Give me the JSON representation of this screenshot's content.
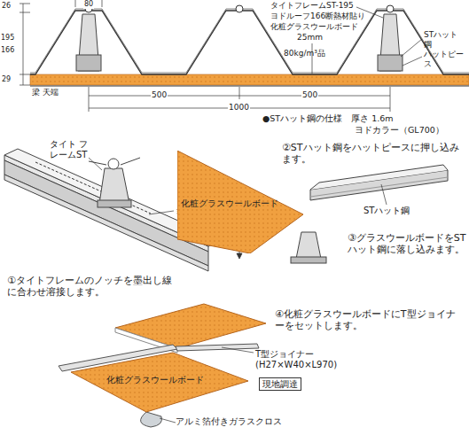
{
  "diagram": {
    "nodes": [
      {
        "text": [
          "化粧グラスウールボード"
        ]
      },
      {
        "text": [
          "化粧グラスウールボード"
        ]
      },
      {
        "text": [
          "現地調達"
        ]
      }
    ],
    "edges": [],
    "labels": [
      "80",
      "26",
      "195",
      "166",
      "29",
      "タイトフレームST-195",
      "ヨドルーフ166断熱材貼り",
      "化粧グラスウールボード",
      "25mm",
      "80kg/m³品",
      "STハット鋼",
      "ハットピース",
      "梁 天端",
      "500",
      "500",
      "1000",
      "●STハット鋼の仕様　厚さ 1.6m",
      "ヨドカラー（GL700）",
      "タイト フレームST",
      "墨出し",
      "①タイトフレームのノッチを墨出し線に合わせ溶接します。",
      "②STハット鋼をハットピースに押し込みます。",
      "STハット鋼",
      "③グラスウールボードをSTハット鋼に落し込みます。",
      "④化粧グラスウールボードにT型ジョイナーをセットします。",
      "T型ジョイナー (H27×W40×L970)",
      "アルミ箔付きガラスクロス"
    ]
  }
}
